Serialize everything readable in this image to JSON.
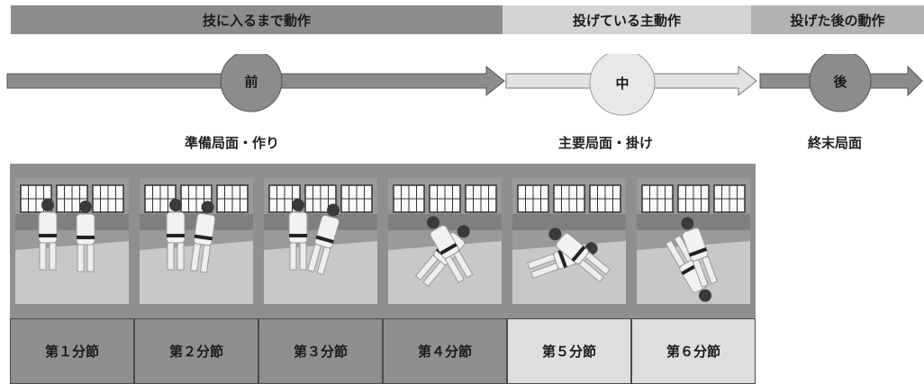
{
  "headers": {
    "pre": "技に入るまで動作",
    "main": "投げている主動作",
    "post": "投げた後の動作"
  },
  "phases": [
    {
      "marker": "前",
      "label": "準備局面・作り"
    },
    {
      "marker": "中",
      "label": "主要局面・掛け"
    },
    {
      "marker": "後",
      "label": "終末局面"
    }
  ],
  "segments": [
    {
      "label": "第１分節",
      "shade": "dark"
    },
    {
      "label": "第２分節",
      "shade": "dark"
    },
    {
      "label": "第３分節",
      "shade": "dark"
    },
    {
      "label": "第４分節",
      "shade": "dark"
    },
    {
      "label": "第５分節",
      "shade": "light"
    },
    {
      "label": "第６分節",
      "shade": "light"
    }
  ],
  "colors": {
    "dark_band": "#8c8c8c",
    "light_band": "#d4d4d4",
    "mid_band": "#b2b2b2"
  }
}
